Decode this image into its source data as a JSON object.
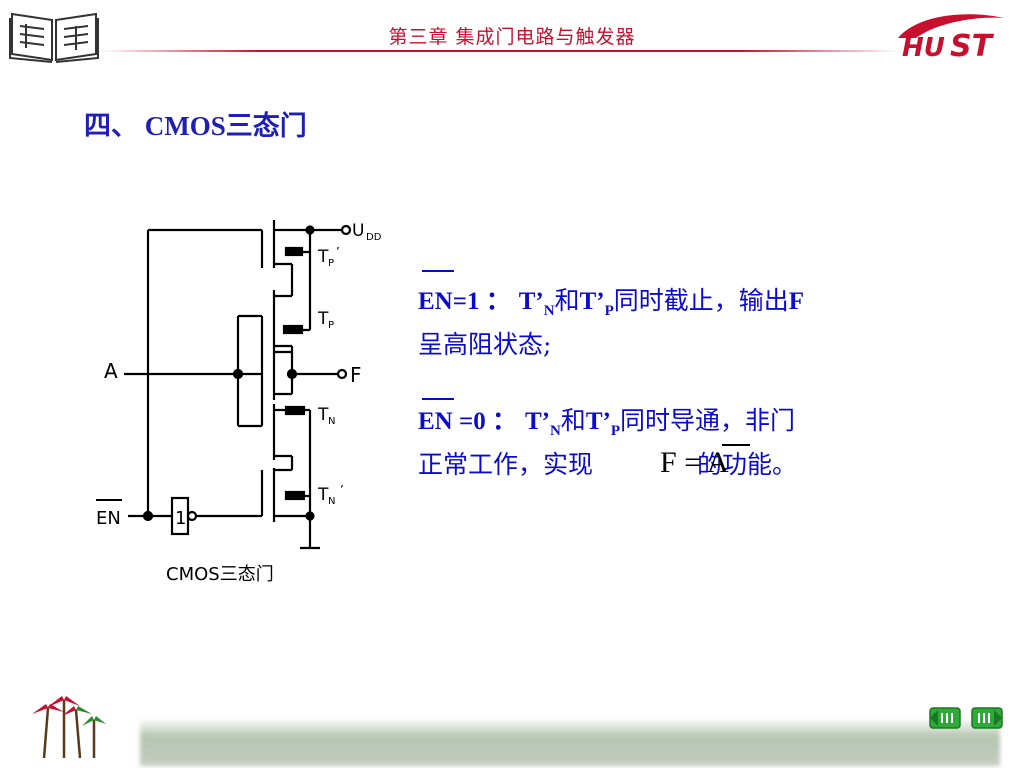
{
  "header": {
    "title": "第三章      集成门电路与触发器",
    "logo_text": "HUST"
  },
  "section": {
    "number": "四、",
    "title": " CMOS三态门"
  },
  "circuit": {
    "labels": {
      "udd": "U",
      "udd_sub": "DD",
      "tp_prime": "T",
      "tp_prime_sub": "P",
      "tp_prime_mark": "’",
      "tp": "T",
      "tp_sub": "P",
      "tn": "T",
      "tn_sub": "N",
      "tn_prime": "T",
      "tn_prime_sub": "N",
      "tn_prime_mark": "’",
      "input_a": "A",
      "output_f": "F",
      "enable": "EN",
      "inverter": "1",
      "caption": "CMOS三态门"
    }
  },
  "description": {
    "case1": {
      "en": "EN=1",
      "sep": " ：",
      "t": "T’",
      "n_sub": "N",
      "and": "和",
      "t2": "T’",
      "p_sub": "P",
      "text": "同时截止，输出",
      "f": "F",
      "line2": "呈高阻状态;"
    },
    "case2": {
      "en": "EN =0",
      "sep": " ：",
      "t": "T’",
      "n_sub": "N",
      "and": "和",
      "t2": "T’",
      "p_sub": "P",
      "text": "同时导通，非门",
      "line2_a": "正常工作，实现",
      "line2_b": "的功能。"
    },
    "formula": {
      "lhs": "F",
      "eq": "=",
      "rhs": "A"
    }
  },
  "navigation": {
    "prev_icon": "left-arrow-icon",
    "next_icon": "right-arrow-icon"
  },
  "colors": {
    "header": "#c8102e",
    "body_text": "#0b0bd0",
    "circuit": "#000000"
  }
}
